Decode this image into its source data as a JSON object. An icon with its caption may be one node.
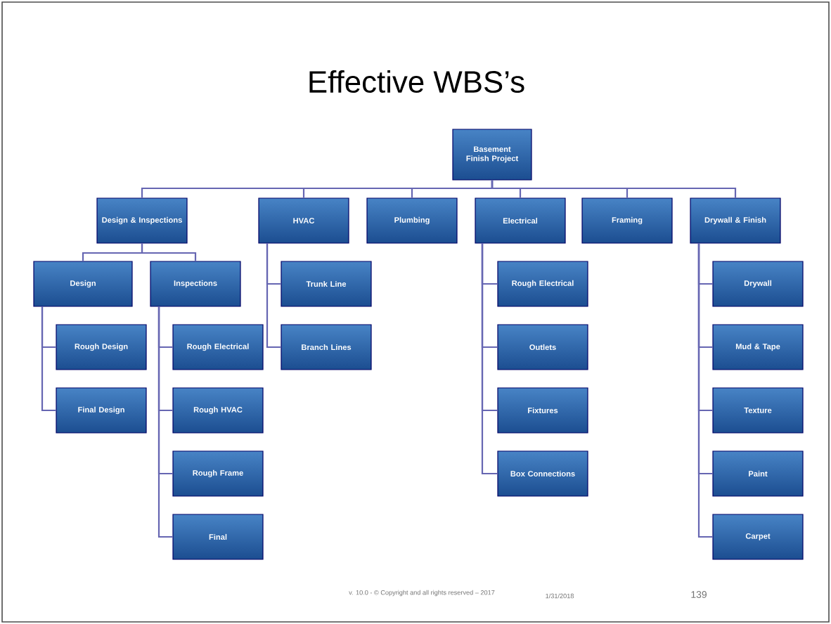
{
  "diagram": {
    "title": "Effective WBS’s",
    "nodes": [
      {
        "text": [
          "Basement Finish Project"
        ]
      },
      {
        "text": [
          "Design & Inspections"
        ]
      },
      {
        "text": [
          "HVAC"
        ]
      },
      {
        "text": [
          "Plumbing"
        ]
      },
      {
        "text": [
          "Electrical"
        ]
      },
      {
        "text": [
          "Framing"
        ]
      },
      {
        "text": [
          "Drywall & Finish"
        ]
      },
      {
        "text": [
          "Design"
        ]
      },
      {
        "text": [
          "Rough Design"
        ]
      },
      {
        "text": [
          "Final Design"
        ]
      },
      {
        "text": [
          "Inspections"
        ]
      },
      {
        "text": [
          "Rough Electrical"
        ]
      },
      {
        "text": [
          "Rough HVAC"
        ]
      },
      {
        "text": [
          "Rough Frame"
        ]
      },
      {
        "text": [
          "Final"
        ]
      },
      {
        "text": [
          "Trunk Line"
        ]
      },
      {
        "text": [
          "Branch Lines"
        ]
      },
      {
        "text": [
          "Rough Electrical"
        ]
      },
      {
        "text": [
          "Outlets"
        ]
      },
      {
        "text": [
          "Fixtures"
        ]
      },
      {
        "text": [
          "Box Connections"
        ]
      },
      {
        "text": [
          "Drywall"
        ]
      },
      {
        "text": [
          "Mud & Tape"
        ]
      },
      {
        "text": [
          "Texture"
        ]
      },
      {
        "text": [
          "Paint"
        ]
      },
      {
        "text": [
          "Carpet"
        ]
      }
    ],
    "edges": [
      {
        "from": 0,
        "to": 1,
        "arrow": "none"
      },
      {
        "from": 0,
        "to": 2,
        "arrow": "none"
      },
      {
        "from": 0,
        "to": 3,
        "arrow": "none"
      },
      {
        "from": 0,
        "to": 4,
        "arrow": "none"
      },
      {
        "from": 0,
        "to": 5,
        "arrow": "none"
      },
      {
        "from": 0,
        "to": 6,
        "arrow": "none"
      },
      {
        "from": 1,
        "to": 7,
        "arrow": "none"
      },
      {
        "from": 1,
        "to": 10,
        "arrow": "none"
      },
      {
        "from": 7,
        "to": 8,
        "arrow": "none"
      },
      {
        "from": 7,
        "to": 9,
        "arrow": "none"
      },
      {
        "from": 10,
        "to": 11,
        "arrow": "none"
      },
      {
        "from": 10,
        "to": 12,
        "arrow": "none"
      },
      {
        "from": 10,
        "to": 13,
        "arrow": "none"
      },
      {
        "from": 10,
        "to": 14,
        "arrow": "none"
      },
      {
        "from": 2,
        "to": 15,
        "arrow": "none"
      },
      {
        "from": 2,
        "to": 16,
        "arrow": "none"
      },
      {
        "from": 4,
        "to": 17,
        "arrow": "none"
      },
      {
        "from": 4,
        "to": 18,
        "arrow": "none"
      },
      {
        "from": 4,
        "to": 19,
        "arrow": "none"
      },
      {
        "from": 4,
        "to": 20,
        "arrow": "none"
      },
      {
        "from": 6,
        "to": 21,
        "arrow": "none"
      },
      {
        "from": 6,
        "to": 22,
        "arrow": "none"
      },
      {
        "from": 6,
        "to": 23,
        "arrow": "none"
      },
      {
        "from": 6,
        "to": 24,
        "arrow": "none"
      },
      {
        "from": 6,
        "to": 25,
        "arrow": "none"
      }
    ],
    "labels": [
      "v. 10.0 - © Copyright and all rights reserved – 2017",
      "1/31/2018",
      "139"
    ]
  }
}
